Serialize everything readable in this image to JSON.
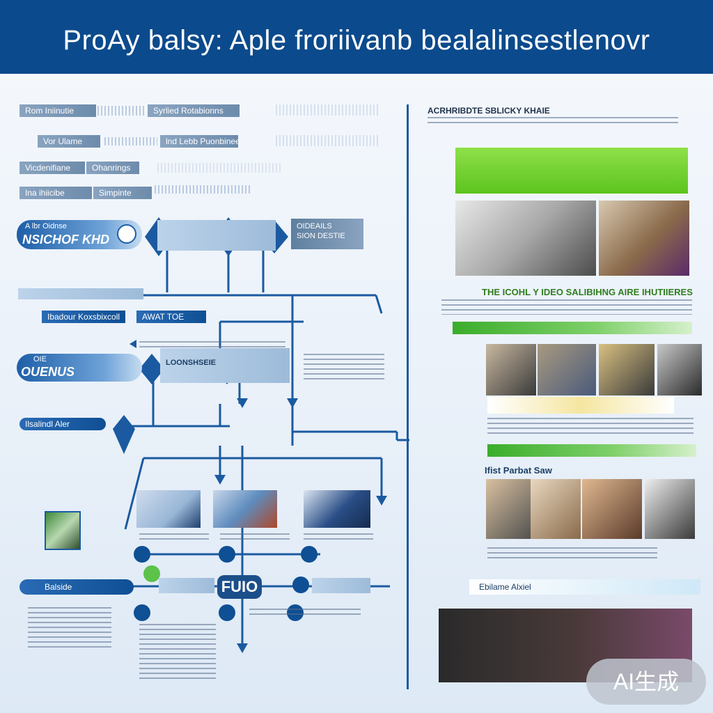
{
  "header": {
    "title": "ProAy balsy: Aple froriivanb bealalinsestlenovr"
  },
  "left_panel": {
    "rows": [
      {
        "label": "Rom Iniinutie",
        "tag": "Syrlied Rotabionns"
      },
      {
        "label": "Vor Ulame",
        "tag": "lnd Lebb Puonbinee"
      },
      {
        "label": "Vicdenifiane",
        "tag": "Ohanrings"
      },
      {
        "label": "Ina ihiicibe",
        "tag": "Simpinte"
      }
    ],
    "node_a": {
      "title": "A lbr Oidnse",
      "subtitle": "NSICHOF KHD"
    },
    "node_b": {
      "label": "OIDEAILS",
      "sub": "SION DESTIE"
    },
    "band_1": "Ibadour Koxsbixcoll",
    "band_1_tag": "AWAT TOE",
    "node_c": {
      "title": "OIE",
      "subtitle": "OUENUS"
    },
    "node_c_text": "LOONSHSEIE",
    "node_d": "Ilsalindl Aler",
    "node_e": "Balside",
    "node_f": "FUIO"
  },
  "right_panel": {
    "title": "ACRHRIBDTE SBLICKY KHAIE",
    "section_1": "THE ICOHL Y IDEO SALIBIHNG AIRE IHUTIIERES",
    "section_2": "Ifist Parbat Saw",
    "section_3": "Ebilame Alxiel"
  },
  "badge": {
    "text": "AI生成"
  },
  "colors": {
    "header": "#0b4a8c",
    "connector": "#1b5aa0",
    "accent_green": "#3aad2b",
    "badge": "#bec4ce"
  }
}
